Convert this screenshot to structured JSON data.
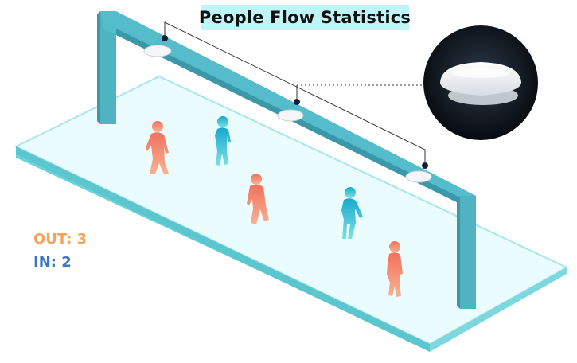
{
  "title": "People Flow Statistics",
  "counts": {
    "out_text": "OUT: 3",
    "in_text": "IN: 2"
  },
  "colors": {
    "title_bg": "#bff5f7",
    "frame": "#4fb3c2",
    "frame_dark": "#3a98a8",
    "floor_top": "#eafcfd",
    "floor_edge": "#6cd3da",
    "out_color": "#f5a25a",
    "in_color": "#3a74c9",
    "person_out": "#f2705e",
    "person_in": "#1fb4d4",
    "sensor_bg": "#0b0b10"
  },
  "icons": [
    "sensor-device-icon",
    "person-out-icon",
    "person-in-icon"
  ]
}
